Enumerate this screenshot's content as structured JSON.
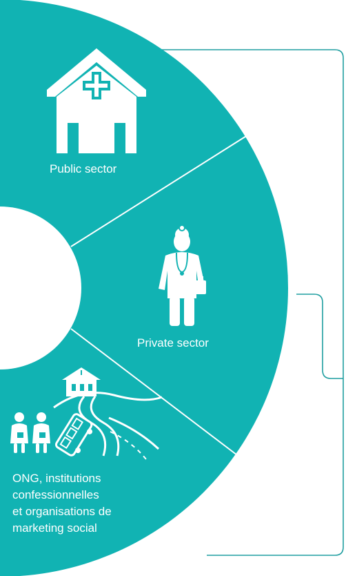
{
  "colors": {
    "teal": "#11b3b3",
    "white": "#ffffff",
    "outline": "#1f9ea0"
  },
  "segments": [
    {
      "id": "public",
      "label": "Public sector",
      "icon": "hospital-icon"
    },
    {
      "id": "private",
      "label": "Private sector",
      "icon": "doctor-icon"
    },
    {
      "id": "ngo",
      "label_lines": [
        "ONG, institutions",
        "confessionnelles",
        "et organisations de",
        "marketing social"
      ],
      "icon": "community-health-icon"
    }
  ]
}
